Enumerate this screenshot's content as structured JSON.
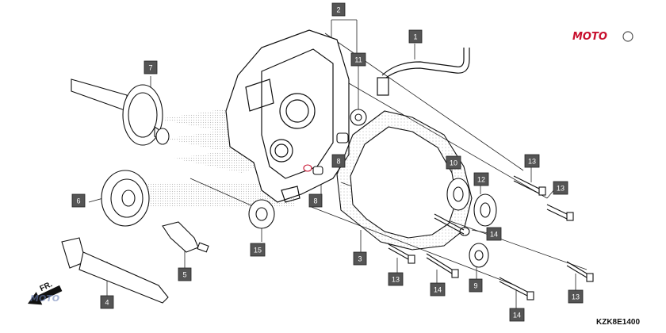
{
  "diagram_code": "KZK8E1400",
  "watermark": {
    "brand_top": "MOTO",
    "brand_bottom": "MOTO",
    "accent_color": "#c8102e"
  },
  "direction_label": "FR.",
  "callouts": [
    {
      "id": "c1",
      "label": "1"
    },
    {
      "id": "c2",
      "label": "2"
    },
    {
      "id": "c3",
      "label": "3"
    },
    {
      "id": "c4",
      "label": "4"
    },
    {
      "id": "c5",
      "label": "5"
    },
    {
      "id": "c6",
      "label": "6"
    },
    {
      "id": "c7",
      "label": "7"
    },
    {
      "id": "c8a",
      "label": "8"
    },
    {
      "id": "c8b",
      "label": "8"
    },
    {
      "id": "c9",
      "label": "9"
    },
    {
      "id": "c10",
      "label": "10"
    },
    {
      "id": "c11",
      "label": "11"
    },
    {
      "id": "c12",
      "label": "12"
    },
    {
      "id": "c13a",
      "label": "13"
    },
    {
      "id": "c13b",
      "label": "13"
    },
    {
      "id": "c13c",
      "label": "13"
    },
    {
      "id": "c13d",
      "label": "13"
    },
    {
      "id": "c14a",
      "label": "14"
    },
    {
      "id": "c14b",
      "label": "14"
    },
    {
      "id": "c14c",
      "label": "14"
    },
    {
      "id": "c15",
      "label": "15"
    }
  ]
}
